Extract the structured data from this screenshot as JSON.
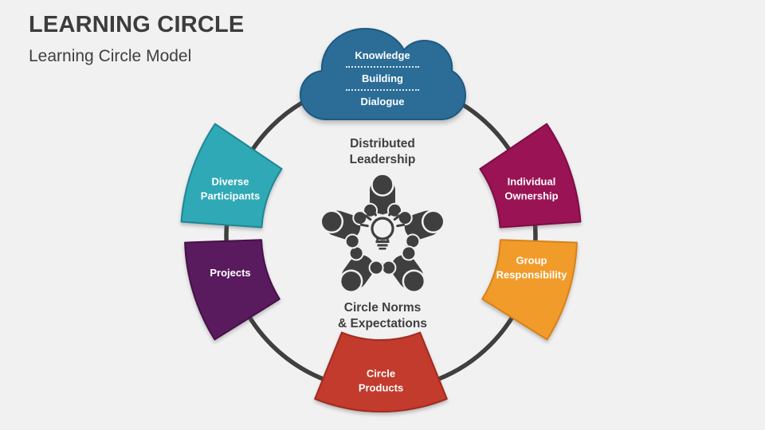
{
  "slide": {
    "title": "LEARNING CIRCLE",
    "subtitle": "Learning Circle Model"
  },
  "colors": {
    "background": "#f1f1f2",
    "ink": "#3f3f3f",
    "ring": "#3f3f3f",
    "label_text": "#ffffff"
  },
  "diagram": {
    "cloud": {
      "color": "#2b6d97",
      "border": "#1d5a83",
      "items": [
        "Knowledge",
        "Building",
        "Dialogue"
      ]
    },
    "center_labels": [
      {
        "lines": [
          "Distributed",
          "Leadership"
        ]
      },
      {
        "lines": [
          "Circle Norms",
          "& Expectations"
        ]
      }
    ],
    "segments": [
      {
        "label": "Diverse Participants",
        "lines": [
          "Diverse",
          "Participants"
        ],
        "color": "#2fa9b6",
        "border": "#1f8694"
      },
      {
        "label": "Projects",
        "lines": [
          "Projects"
        ],
        "color": "#5a1b5e",
        "border": "#471048"
      },
      {
        "label": "Individual Ownership",
        "lines": [
          "Individual",
          "Ownership"
        ],
        "color": "#9a1355",
        "border": "#7f0d45"
      },
      {
        "label": "Group Responsibility",
        "lines": [
          "Group",
          "Responsibility"
        ],
        "color": "#f19b2b",
        "border": "#d8821a"
      },
      {
        "label": "Circle Products",
        "lines": [
          "Circle",
          "Products"
        ],
        "color": "#c23b2d",
        "border": "#a12b1f"
      }
    ],
    "icon": {
      "name": "team-around-lightbulb"
    }
  }
}
